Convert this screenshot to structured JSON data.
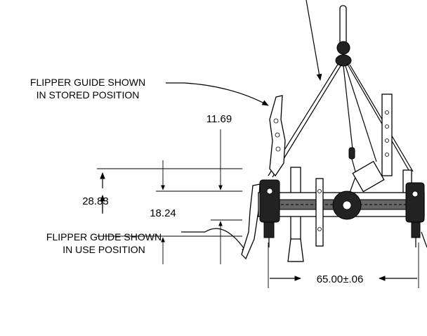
{
  "callouts": {
    "stored_line1": "FLIPPER GUIDE SHOWN",
    "stored_line2": "IN STORED POSITION",
    "use_line1": "FLIPPER GUIDE SHOWN",
    "use_line2": "IN USE POSITION"
  },
  "dimensions": {
    "overall_height": "28.83",
    "upper_offset": "11.69",
    "lower_offset": "18.24",
    "width": "65.00±.06"
  }
}
